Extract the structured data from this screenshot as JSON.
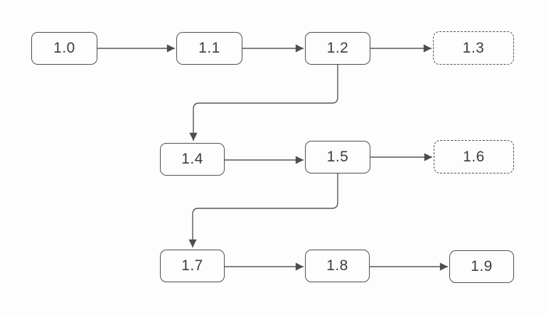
{
  "diagram": {
    "type": "flowchart",
    "description": "Version progression flowchart 1.0 through 1.9; dashed nodes 1.3 and 1.6 are tentative/planned",
    "colors": {
      "background": "#fdfdfd",
      "node_border": "#4d5055",
      "node_text": "#3a3d41",
      "connector": "#55585c"
    },
    "nodes": [
      {
        "id": "n10",
        "label": "1.0",
        "style": "solid"
      },
      {
        "id": "n11",
        "label": "1.1",
        "style": "solid"
      },
      {
        "id": "n12",
        "label": "1.2",
        "style": "solid"
      },
      {
        "id": "n13",
        "label": "1.3",
        "style": "dashed"
      },
      {
        "id": "n14",
        "label": "1.4",
        "style": "solid"
      },
      {
        "id": "n15",
        "label": "1.5",
        "style": "solid"
      },
      {
        "id": "n16",
        "label": "1.6",
        "style": "dashed"
      },
      {
        "id": "n17",
        "label": "1.7",
        "style": "solid"
      },
      {
        "id": "n18",
        "label": "1.8",
        "style": "solid"
      },
      {
        "id": "n19",
        "label": "1.9",
        "style": "solid"
      }
    ],
    "edges": [
      {
        "from": "1.0",
        "to": "1.1",
        "shape": "straight"
      },
      {
        "from": "1.1",
        "to": "1.2",
        "shape": "straight"
      },
      {
        "from": "1.2",
        "to": "1.3",
        "shape": "straight"
      },
      {
        "from": "1.2",
        "to": "1.4",
        "shape": "elbow-down-left-down"
      },
      {
        "from": "1.4",
        "to": "1.5",
        "shape": "straight"
      },
      {
        "from": "1.5",
        "to": "1.6",
        "shape": "straight"
      },
      {
        "from": "1.5",
        "to": "1.7",
        "shape": "elbow-down-left-down"
      },
      {
        "from": "1.7",
        "to": "1.8",
        "shape": "straight"
      },
      {
        "from": "1.8",
        "to": "1.9",
        "shape": "straight"
      }
    ]
  }
}
